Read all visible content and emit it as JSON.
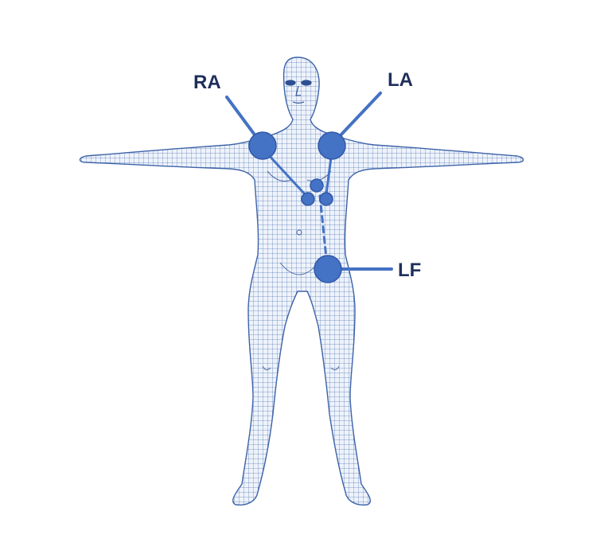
{
  "labels": {
    "ra": "RA",
    "la": "LA",
    "lf": "LF"
  },
  "colors": {
    "electrode": "#4472c4",
    "electrode_stroke": "#3158a8",
    "label": "#1f2f5c",
    "mesh": "#3d63a8",
    "mesh_fill": "#eef3fb"
  }
}
